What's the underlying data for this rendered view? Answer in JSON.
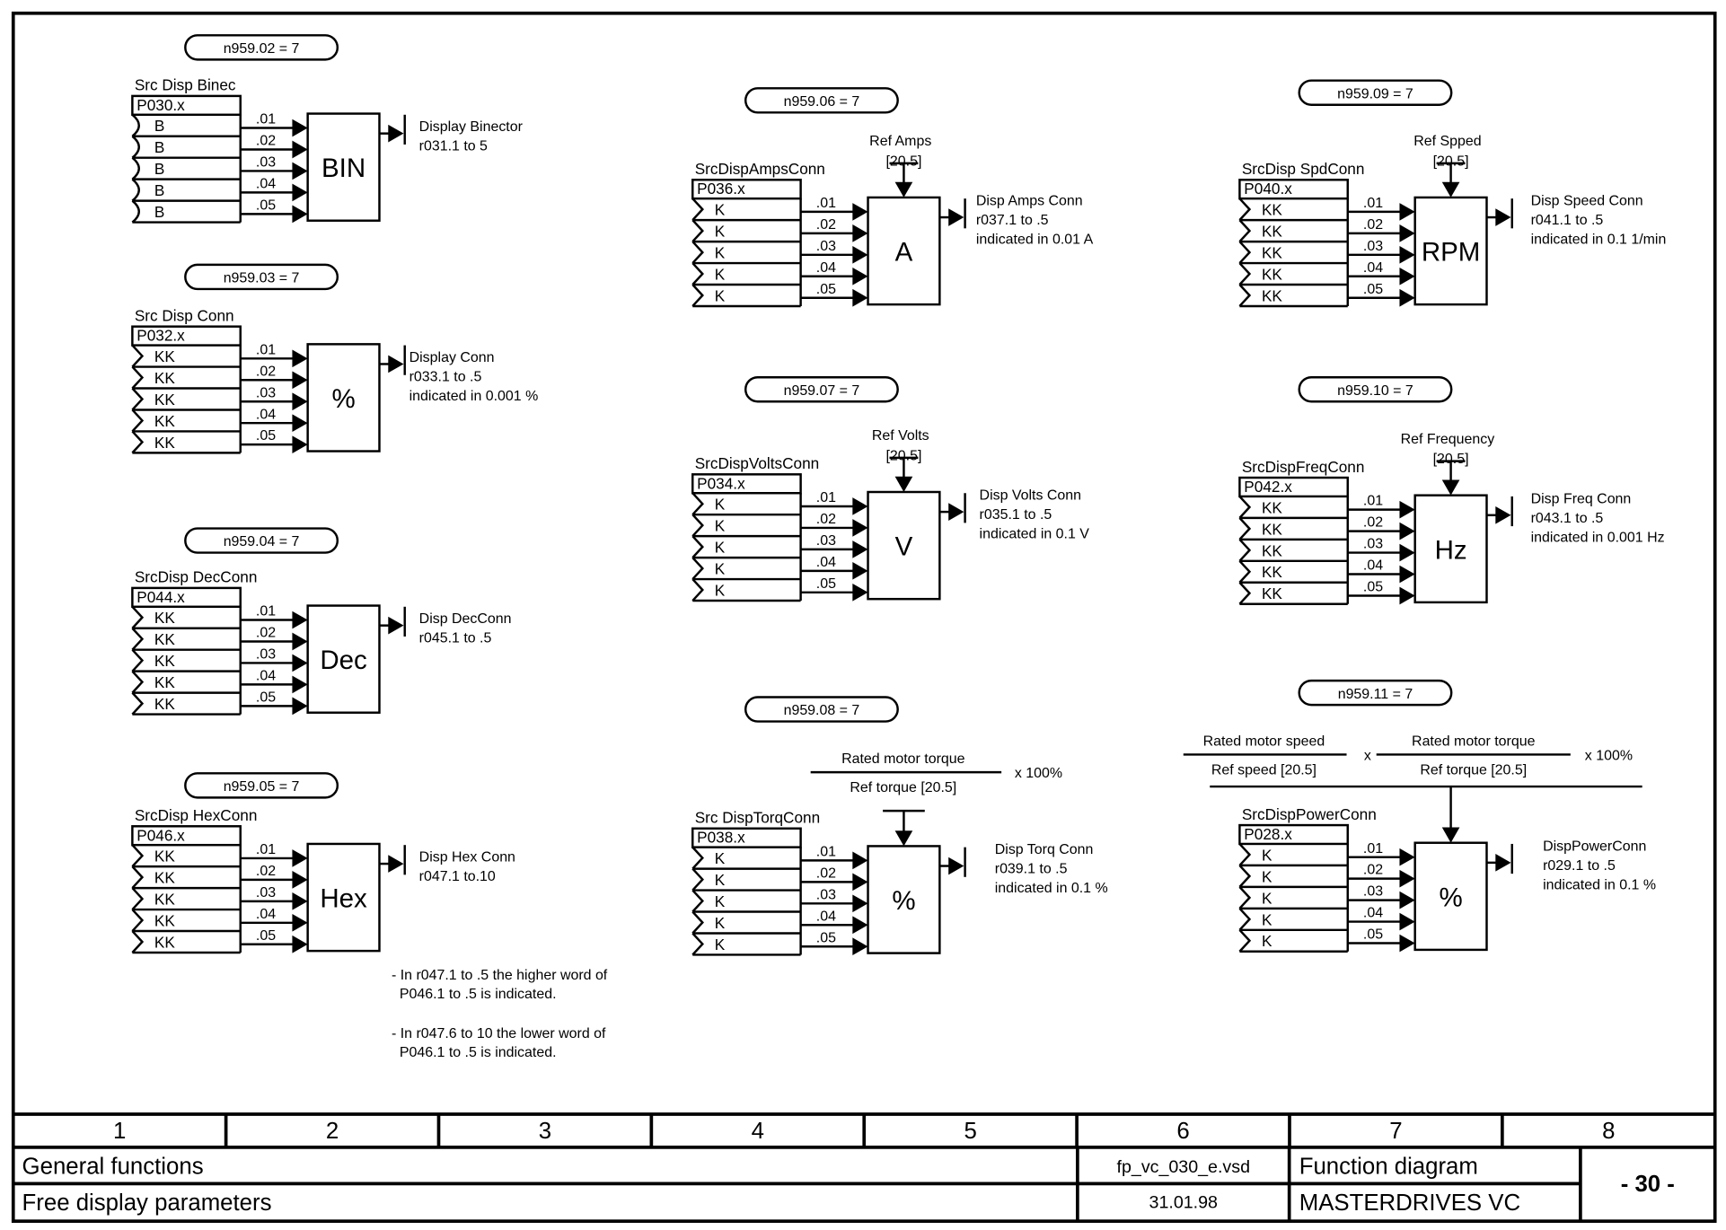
{
  "blocks": [
    {
      "pill": "n959.02 = 7",
      "src_title": "Src Disp Binec",
      "param": "P030.x",
      "input_type": "B",
      "inputs": [
        ".01",
        ".02",
        ".03",
        ".04",
        ".05"
      ],
      "symbol": "BIN",
      "output": [
        "Display Binector",
        "r031.1 to 5"
      ]
    },
    {
      "pill": "n959.03 = 7",
      "src_title": "Src Disp Conn",
      "param": "P032.x",
      "input_type": "KK",
      "inputs": [
        ".01",
        ".02",
        ".03",
        ".04",
        ".05"
      ],
      "symbol": "%",
      "output": [
        "Display Conn",
        "r033.1 to .5",
        "indicated in 0.001 %"
      ]
    },
    {
      "pill": "n959.04 = 7",
      "src_title": "SrcDisp DecConn",
      "param": "P044.x",
      "input_type": "KK",
      "inputs": [
        ".01",
        ".02",
        ".03",
        ".04",
        ".05"
      ],
      "symbol": "Dec",
      "output": [
        "Disp DecConn",
        "r045.1 to .5"
      ]
    },
    {
      "pill": "n959.05 = 7",
      "src_title": "SrcDisp HexConn",
      "param": "P046.x",
      "input_type": "KK",
      "inputs": [
        ".01",
        ".02",
        ".03",
        ".04",
        ".05"
      ],
      "symbol": "Hex",
      "output": [
        "Disp Hex Conn",
        "r047.1 to.10"
      ]
    },
    {
      "pill": "n959.06 = 7",
      "src_title": "SrcDispAmpsConn",
      "param": "P036.x",
      "input_type": "K",
      "inputs": [
        ".01",
        ".02",
        ".03",
        ".04",
        ".05"
      ],
      "symbol": "A",
      "ref": [
        "Ref Amps",
        "[20.5]"
      ],
      "output": [
        "Disp Amps Conn",
        "r037.1 to .5",
        "indicated in 0.01 A"
      ]
    },
    {
      "pill": "n959.07 = 7",
      "src_title": "SrcDispVoltsConn",
      "param": "P034.x",
      "input_type": "K",
      "inputs": [
        ".01",
        ".02",
        ".03",
        ".04",
        ".05"
      ],
      "symbol": "V",
      "ref": [
        "Ref Volts",
        "[20.5]"
      ],
      "output": [
        "Disp Volts Conn",
        "r035.1 to .5",
        "indicated in 0.1 V"
      ]
    },
    {
      "pill": "n959.08 = 7",
      "src_title": "Src DispTorqConn",
      "param": "P038.x",
      "input_type": "K",
      "inputs": [
        ".01",
        ".02",
        ".03",
        ".04",
        ".05"
      ],
      "symbol": "%",
      "output": [
        "Disp Torq Conn",
        "r039.1 to .5",
        "indicated in 0.1 %"
      ]
    },
    {
      "pill": "n959.09 = 7",
      "src_title": "SrcDisp SpdConn",
      "param": "P040.x",
      "input_type": "KK",
      "inputs": [
        ".01",
        ".02",
        ".03",
        ".04",
        ".05"
      ],
      "symbol": "RPM",
      "ref": [
        "Ref Spped",
        "[20.5]"
      ],
      "output": [
        "Disp Speed Conn",
        "r041.1 to .5",
        "indicated in 0.1 1/min"
      ]
    },
    {
      "pill": "n959.10 = 7",
      "src_title": "SrcDispFreqConn",
      "param": "P042.x",
      "input_type": "KK",
      "inputs": [
        ".01",
        ".02",
        ".03",
        ".04",
        ".05"
      ],
      "symbol": "Hz",
      "ref": [
        "Ref Frequency",
        "[20.5]"
      ],
      "output": [
        "Disp Freq Conn",
        "r043.1 to .5",
        "indicated in 0.001 Hz"
      ]
    },
    {
      "pill": "n959.11 = 7",
      "src_title": "SrcDispPowerConn",
      "param": "P028.x",
      "input_type": "K",
      "inputs": [
        ".01",
        ".02",
        ".03",
        ".04",
        ".05"
      ],
      "symbol": "%",
      "output": [
        "DispPowerConn",
        "r029.1 to .5",
        "indicated in 0.1 %"
      ]
    }
  ],
  "formulas": {
    "torque": {
      "numerator": "Rated motor torque",
      "denominator": "Ref torque [20.5]",
      "factor": "x  100%"
    },
    "power": {
      "num1": "Rated motor speed",
      "den1": "Ref speed [20.5]",
      "times": "x",
      "num2": "Rated motor torque",
      "den2": "Ref torque [20.5]",
      "factor": "x  100%"
    }
  },
  "notes": [
    "- In r047.1 to .5 the higher word of",
    "  P046.1 to .5 is indicated.",
    "- In r047.6 to 10 the lower word of",
    "  P046.1 to .5 is indicated."
  ],
  "footer": {
    "columns": [
      "1",
      "2",
      "3",
      "4",
      "5",
      "6",
      "7",
      "8"
    ],
    "chapter": "General functions",
    "subject": "Free display parameters",
    "file": "fp_vc_030_e.vsd",
    "date": "31.01.98",
    "doc_type": "Function diagram",
    "product": "MASTERDRIVES VC",
    "page": "- 30 -"
  }
}
